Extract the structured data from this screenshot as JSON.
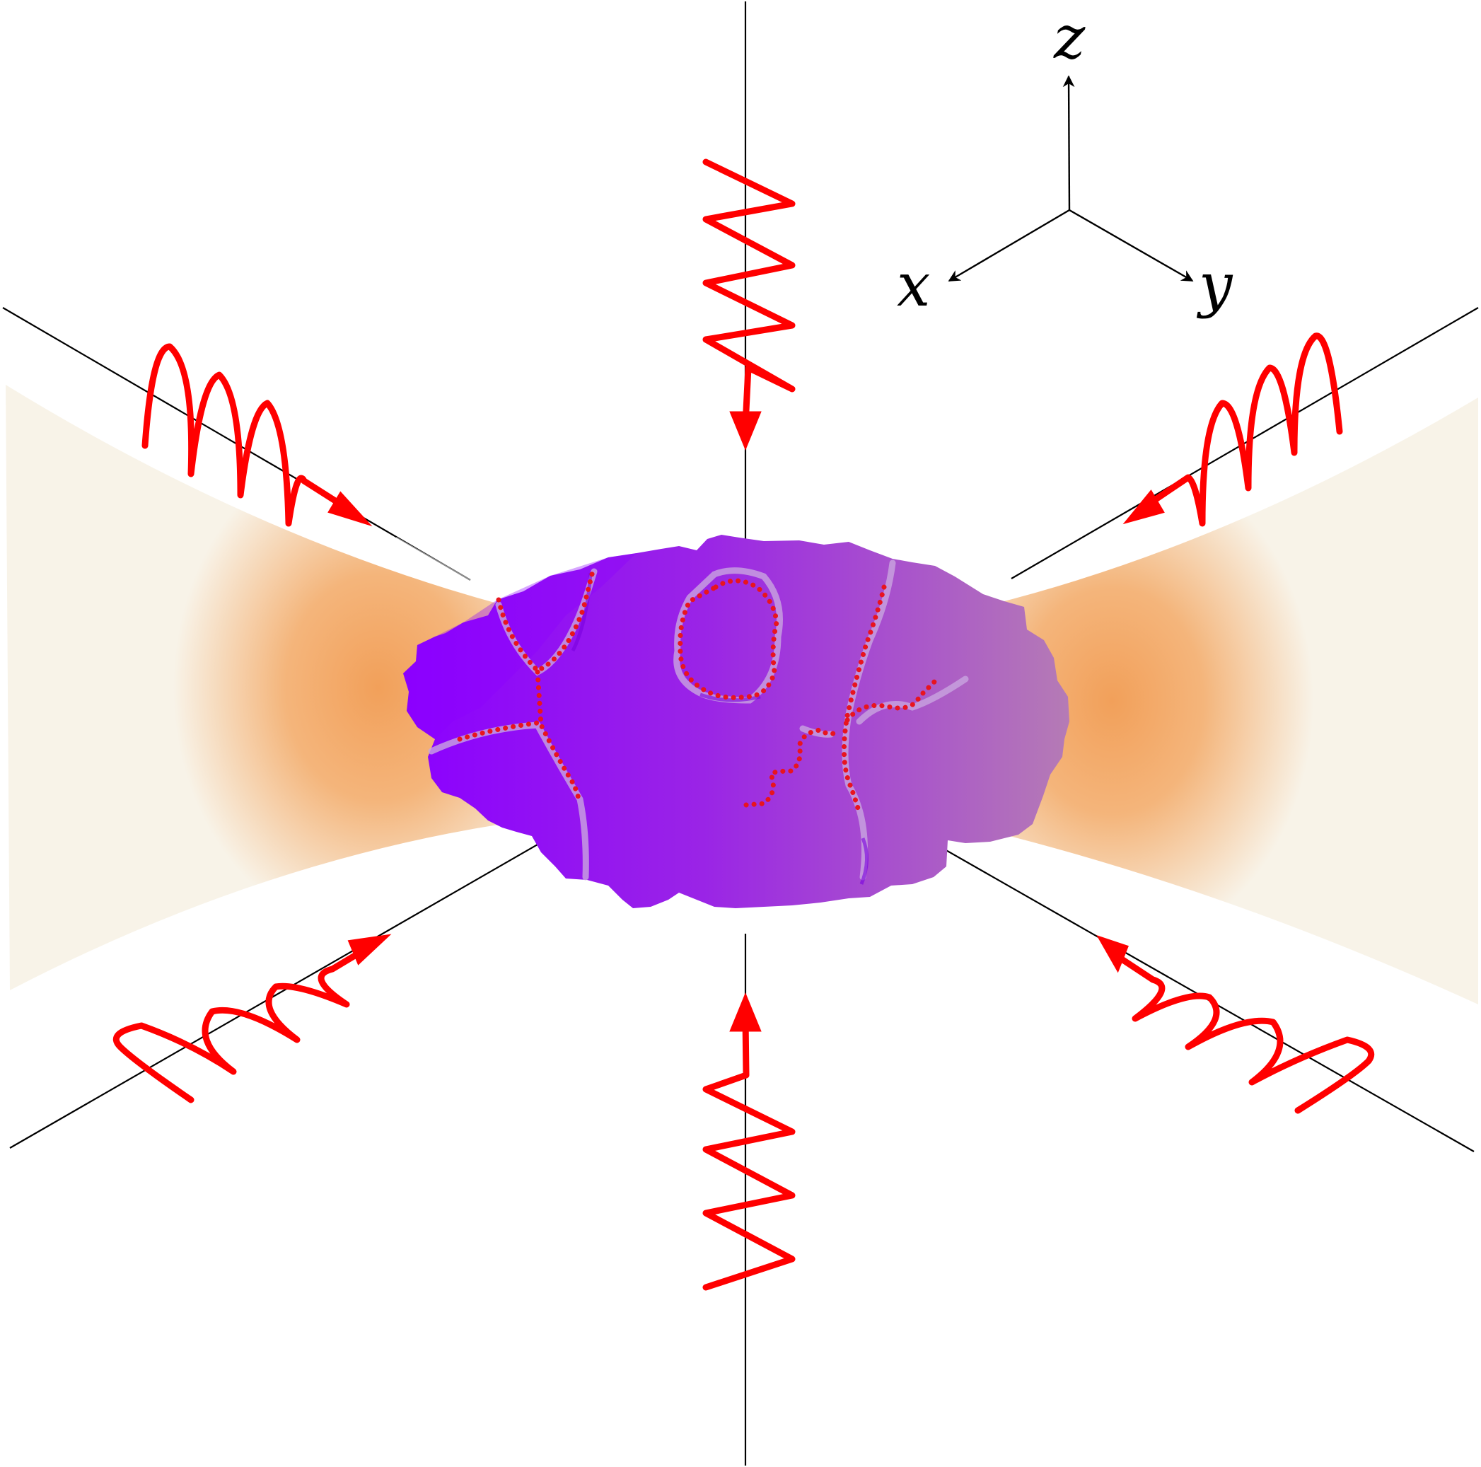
{
  "axes_legend": {
    "z_label": "z",
    "x_label": "x",
    "y_label": "y"
  },
  "colors": {
    "beam_orange": "#f2a05a",
    "beam_cream": "#f8f3e8",
    "cloud_violet": "#8b00ff",
    "cloud_mauve": "#b57bb5",
    "wave_red": "#ff0000",
    "vortex_dot_red": "#e8141f",
    "axis_line": "#000000"
  },
  "icons": {
    "laser_beams": "red-sinusoidal-wave-arrow",
    "atom_cloud": "purple-irregular-blob",
    "vortex_lines": "red-dotted-line"
  }
}
